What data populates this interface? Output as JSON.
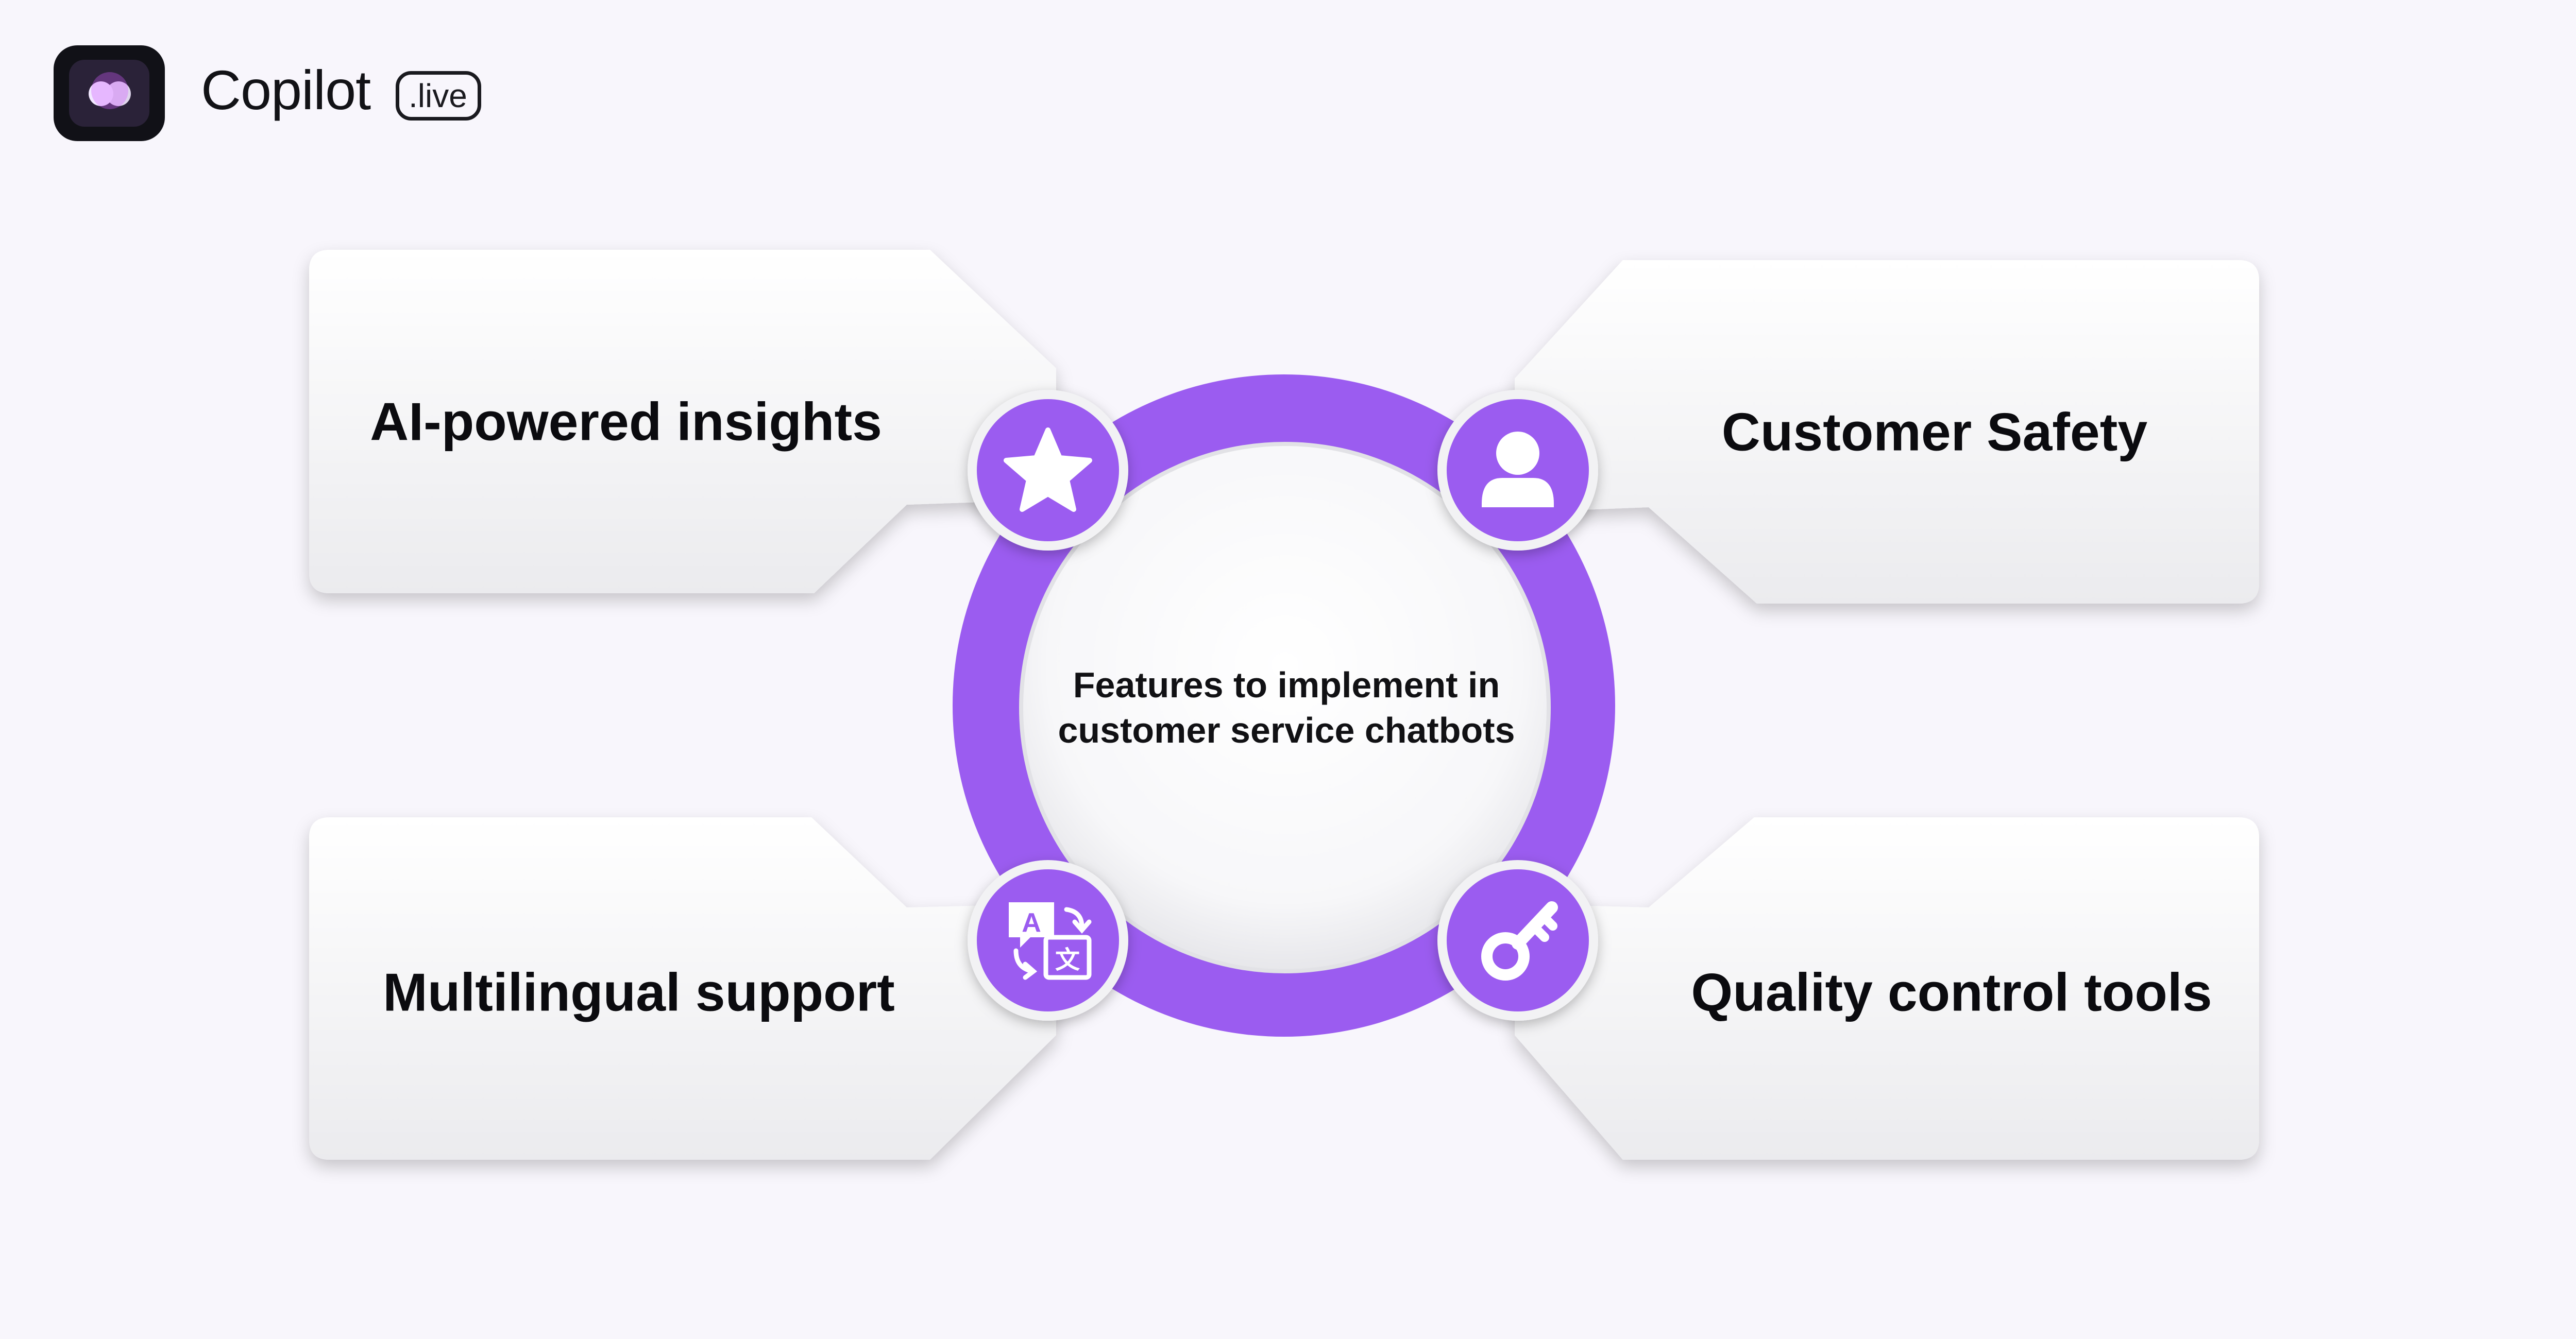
{
  "brand": {
    "name": "Copilot",
    "badge": ".live"
  },
  "diagram": {
    "center_text_line1": "Features to implement in",
    "center_text_line2": "customer service chatbots",
    "features": [
      {
        "label": "AI-powered insights",
        "icon": "star-icon"
      },
      {
        "label": "Customer Safety",
        "icon": "user-icon"
      },
      {
        "label": "Multilingual support",
        "icon": "translate-icon"
      },
      {
        "label": "Quality control tools",
        "icon": "key-icon"
      }
    ]
  },
  "colors": {
    "background": "#f8f6fc",
    "accent_purple": "#9b5cf0",
    "card_white": "#ffffff",
    "text_dark": "#0b0b0f"
  }
}
